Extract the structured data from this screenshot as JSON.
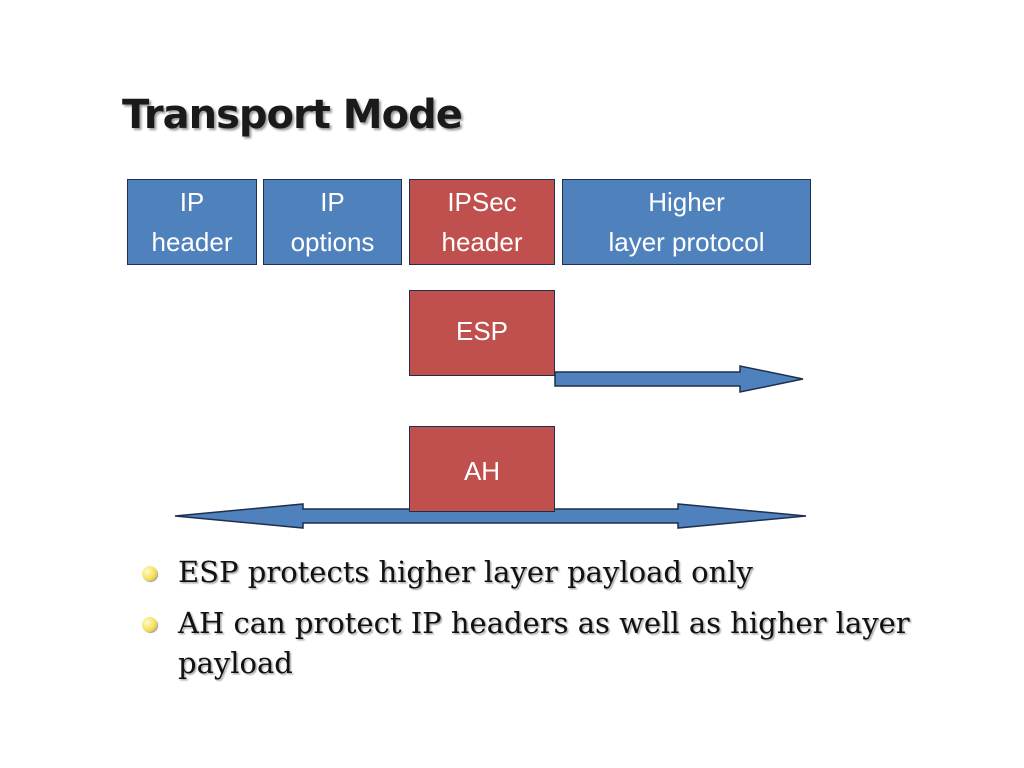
{
  "slide": {
    "title": "Transport Mode"
  },
  "packet": {
    "ip_header": {
      "line1": "IP",
      "line2": "header"
    },
    "ip_options": {
      "line1": "IP",
      "line2": "options"
    },
    "ipsec_header": {
      "line1": "IPSec",
      "line2": "header"
    },
    "higher_layer": {
      "line1": "Higher",
      "line2": "layer protocol"
    }
  },
  "protocols": {
    "esp": "ESP",
    "ah": "AH"
  },
  "bullets": [
    "ESP protects higher layer payload only",
    "AH can protect IP headers as well as higher layer payload"
  ],
  "colors": {
    "header_box": "#4f81bd",
    "ipsec_box": "#c0504d",
    "arrow_fill": "#4f81bd",
    "arrow_stroke": "#1f2f4d"
  }
}
